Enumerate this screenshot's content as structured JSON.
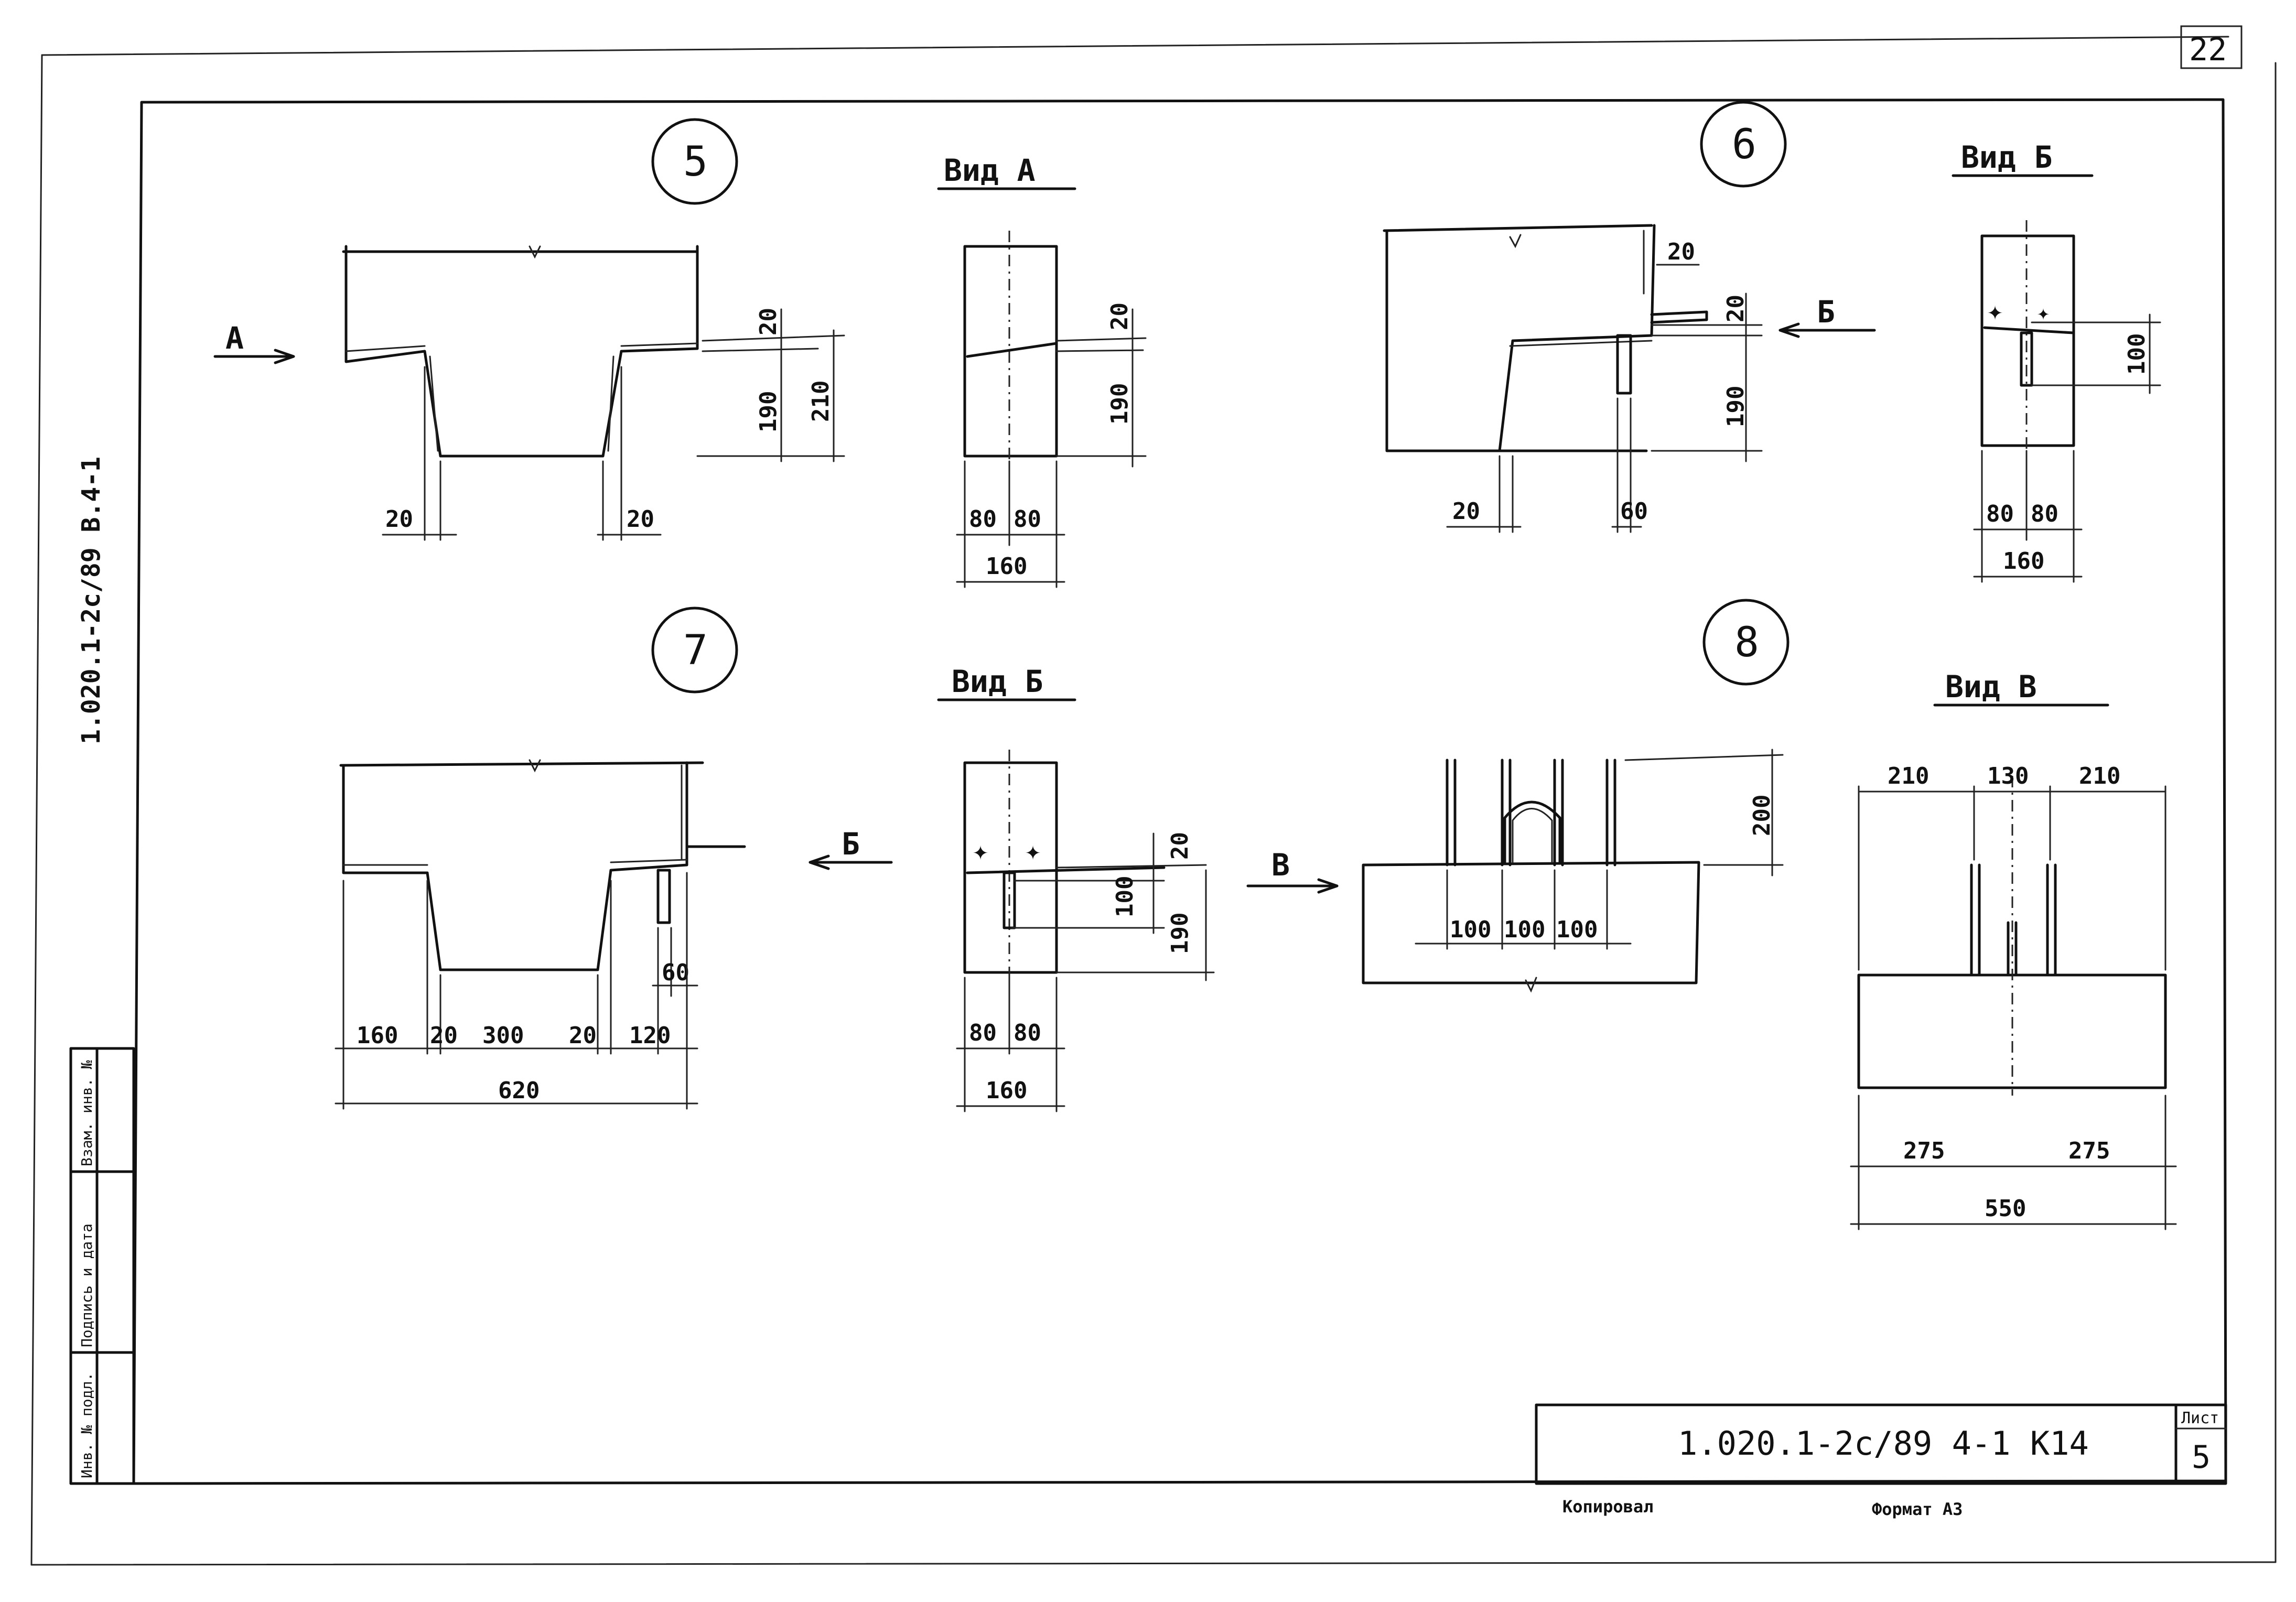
{
  "sheet": {
    "sheet_label": "Лист",
    "sheet_number": "5",
    "doc_code": "1.020.1-2с/89  4-1  К14",
    "side_code": "1.020.1-2с/89 В.4-1",
    "corner_number": "22",
    "copied_by": "Копировал",
    "format": "Формат А3",
    "stamp": [
      "Инв. № подл.",
      "Подпись и дата",
      "Взам. инв. №"
    ]
  },
  "nodes": [
    {
      "number": "5",
      "view": "Вид А",
      "arrow": "А",
      "section_dims": [
        "20",
        "190",
        "210",
        "20",
        "20"
      ],
      "view_dims": [
        "20",
        "190",
        "80",
        "80",
        "160"
      ]
    },
    {
      "number": "6",
      "view": "Вид Б",
      "arrow": "Б",
      "section_dims": [
        "20",
        "20",
        "190",
        "20",
        "60"
      ],
      "view_dims": [
        "100",
        "80",
        "80",
        "160"
      ]
    },
    {
      "number": "7",
      "view": "Вид Б",
      "arrow": "Б",
      "section_dims": [
        "160",
        "20",
        "300",
        "20",
        "120",
        "620",
        "60"
      ],
      "view_dims": [
        "20",
        "100",
        "190",
        "80",
        "80",
        "160"
      ]
    },
    {
      "number": "8",
      "view": "Вид В",
      "arrow": "В",
      "section_dims": [
        "200",
        "100",
        "100",
        "100"
      ],
      "view_dims": [
        "210",
        "130",
        "210",
        "275",
        "275",
        "550"
      ]
    }
  ]
}
